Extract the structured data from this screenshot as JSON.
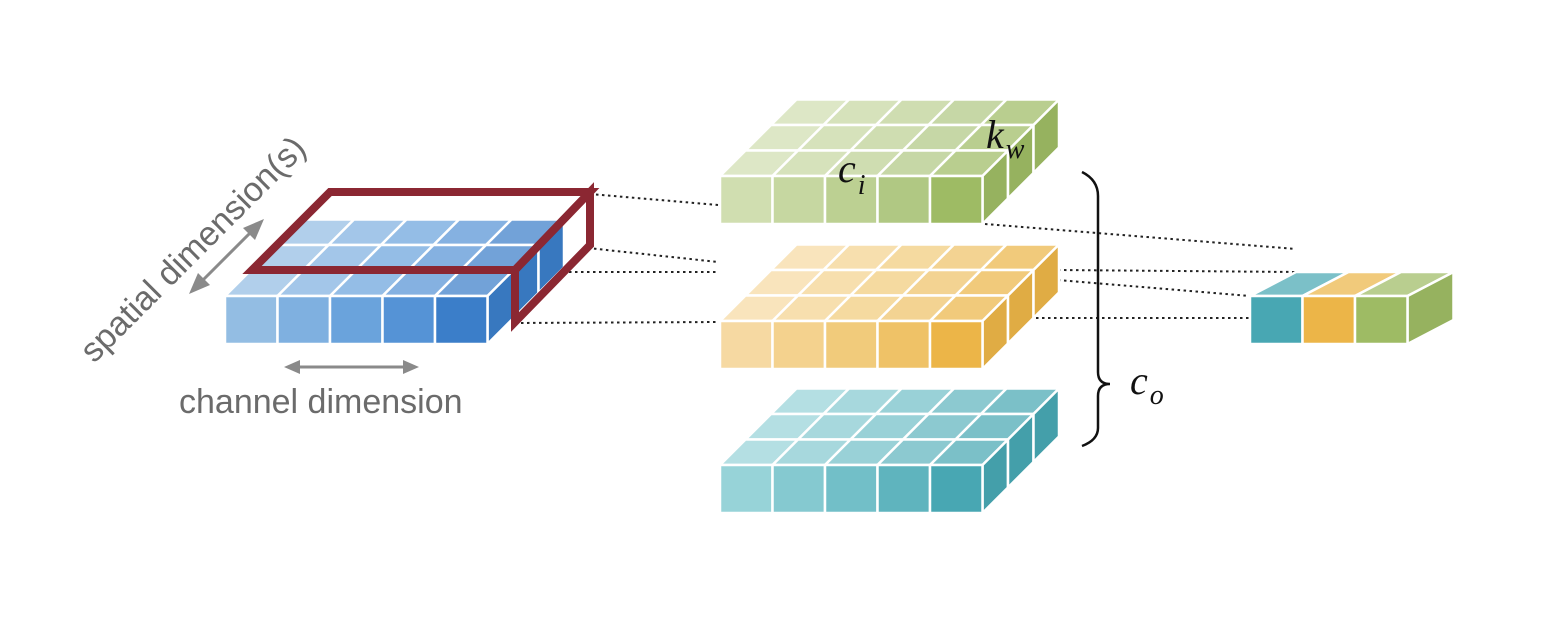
{
  "labels": {
    "spatial_dimension": "spatial dimension(s)",
    "channel_dimension": "channel dimension",
    "ci": {
      "base": "c",
      "sub": "i"
    },
    "kw": {
      "base": "k",
      "sub": "w"
    },
    "co": {
      "base": "c",
      "sub": "o"
    }
  },
  "colors": {
    "input_blues": [
      "#93bde3",
      "#7fb0e0",
      "#6aa3dc",
      "#5593d6",
      "#3b7ec9"
    ],
    "window_outline": "#8b2732",
    "filter_green": [
      "#d0deb0",
      "#c6d7a1",
      "#bcd092",
      "#b0c883",
      "#9ebb64"
    ],
    "filter_orange": [
      "#f6d9a2",
      "#f4d28e",
      "#f1cb7b",
      "#efc267",
      "#ecb548"
    ],
    "filter_teal": [
      "#97d3d8",
      "#85c9d0",
      "#72bfc8",
      "#5fb4be",
      "#48a7b3"
    ],
    "output_cells": [
      "#48a7b3",
      "#ecb548",
      "#9ebb64"
    ],
    "gridline": "#ffffff"
  },
  "structure": {
    "input_columns": 5,
    "input_rows": 3,
    "filter_count": 3,
    "filter_columns": 5,
    "filter_rows": 3,
    "output_cells": 3
  }
}
